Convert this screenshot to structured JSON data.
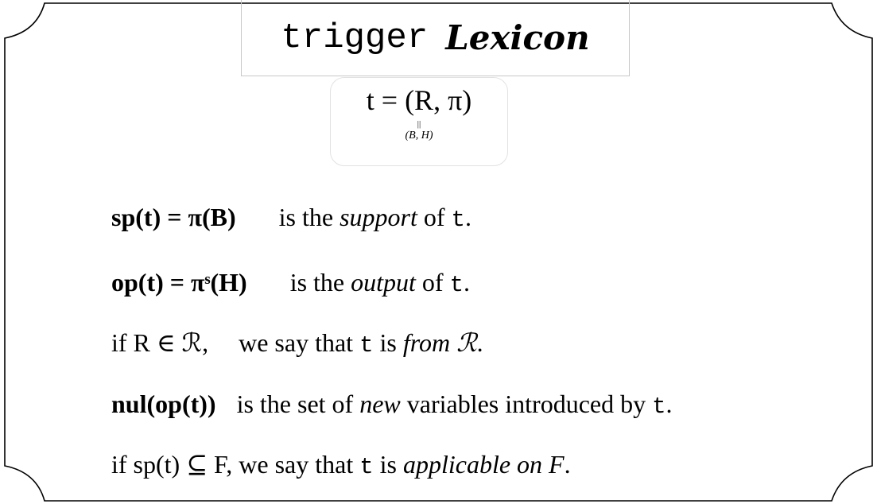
{
  "title": {
    "word": "trigger",
    "script_word": "Lexicon"
  },
  "tuple": {
    "main": "t = (R, π)",
    "equals": "||",
    "sub": "(B, H)"
  },
  "lines": [
    {
      "formula": "sp(t) = π(B)",
      "text_pre": "is the ",
      "emph": "support",
      "text_post": " of ",
      "term": "t",
      "end": "."
    },
    {
      "formula": "op(t) = πˢ(H)",
      "text_pre": "is the ",
      "emph": "output",
      "text_post": " of ",
      "term": "t",
      "end": "."
    },
    {
      "formula": "if  R ∈ ℛ,",
      "text_pre": "we say that ",
      "term": "t",
      "text_mid": " is ",
      "emph": "from ℛ",
      "end": "."
    },
    {
      "formula": "nul(op(t))",
      "text_pre": "is the set of ",
      "emph": "new",
      "text_post": " variables introduced by ",
      "term": "t",
      "end": "."
    },
    {
      "formula": "if  sp(t) ⊆ F,",
      "text_pre": "we say that ",
      "term": "t",
      "text_mid": " is ",
      "emph": "applicable on F",
      "end": "."
    }
  ]
}
